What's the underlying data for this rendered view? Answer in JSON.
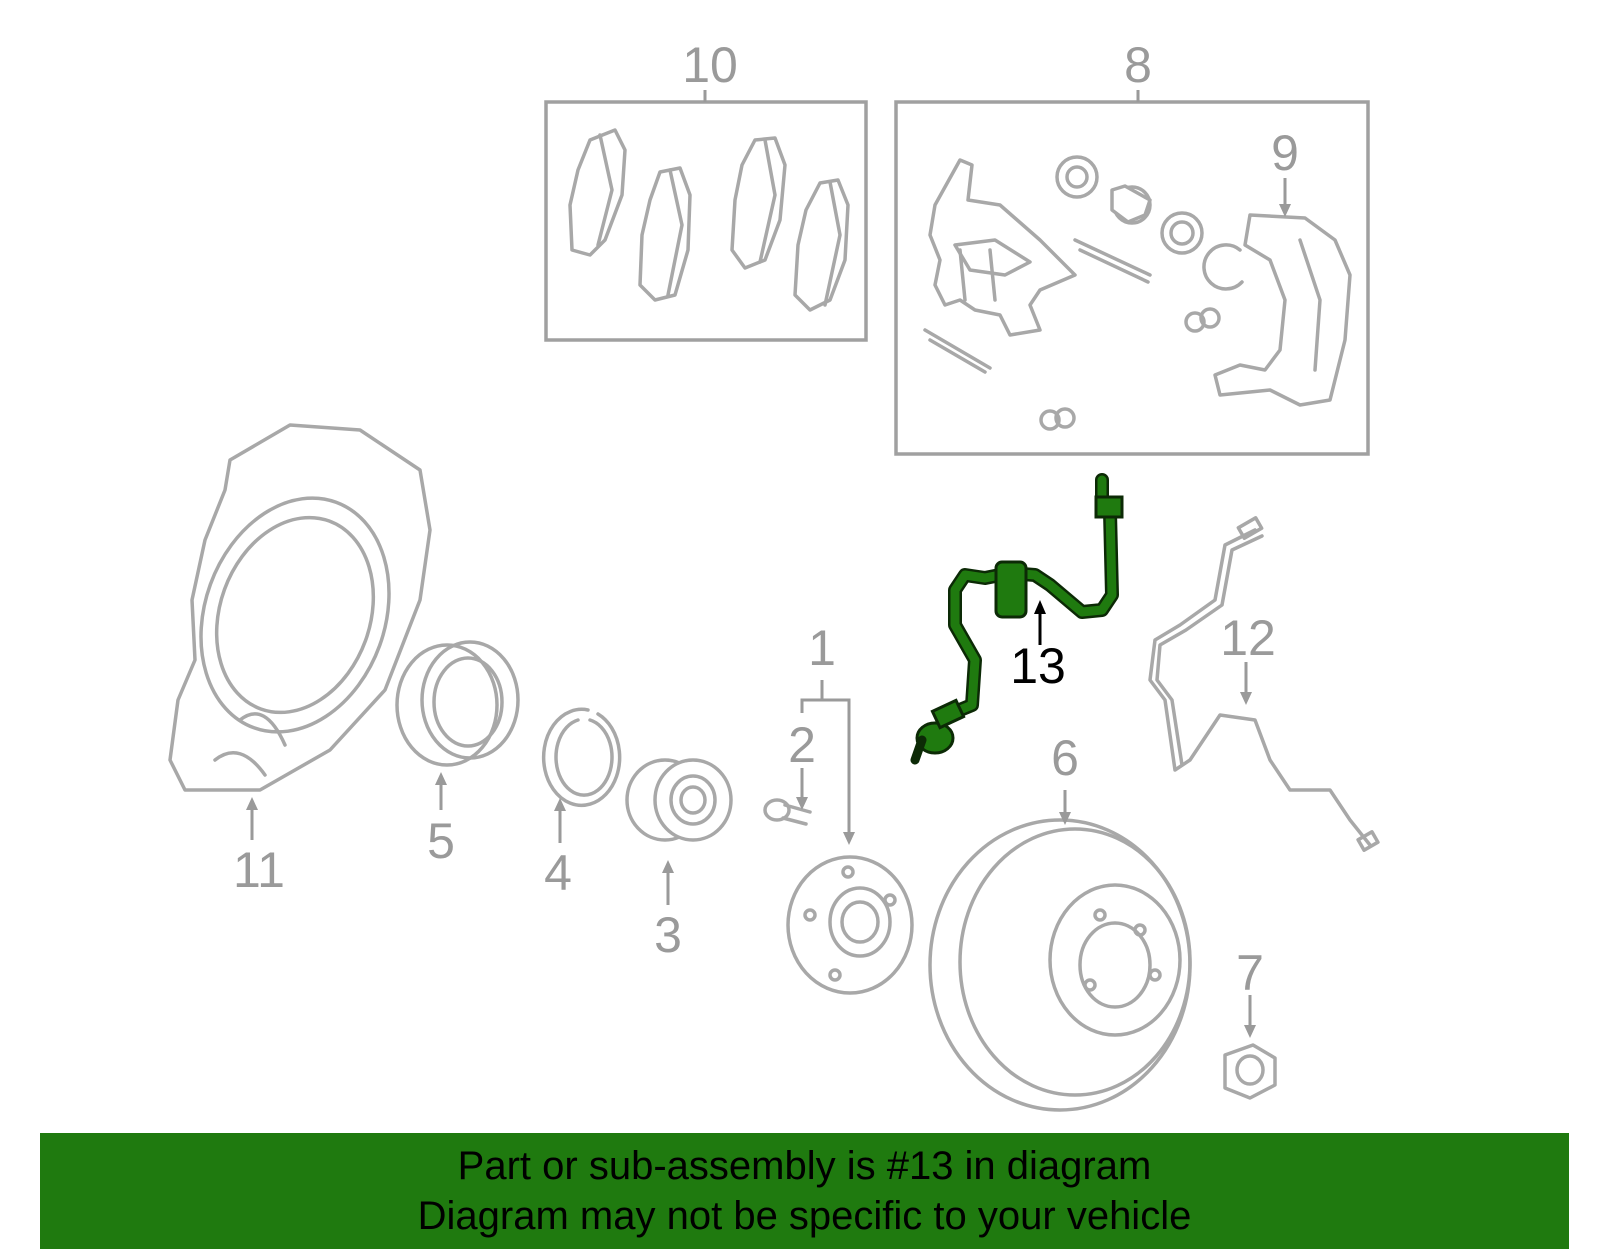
{
  "diagram": {
    "callouts": {
      "c1": "1",
      "c2": "2",
      "c3": "3",
      "c4": "4",
      "c5": "5",
      "c6": "6",
      "c7": "7",
      "c8": "8",
      "c9": "9",
      "c10": "10",
      "c11": "11",
      "c12": "12",
      "c13": "13"
    },
    "highlighted_part": "13",
    "colors": {
      "highlight": "#1f7a0f",
      "line_art": "#a8a8a8",
      "banner": "#1f7a0f"
    }
  },
  "banner": {
    "line1": "Part or sub-assembly is #13 in diagram",
    "line2": "Diagram may not be specific to your vehicle"
  }
}
